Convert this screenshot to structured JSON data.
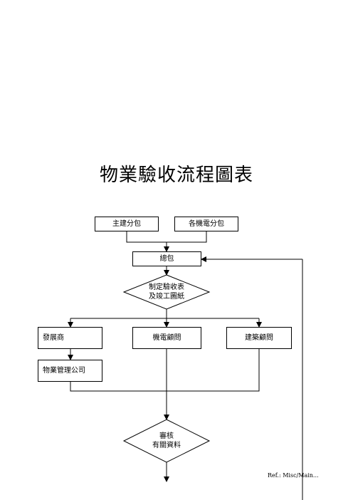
{
  "title": "物業驗收流程圖表",
  "nodes": {
    "main_contractor": "主建分包",
    "mep_subcontractor": "各機電分包",
    "general_contractor": "總包",
    "checklist": [
      "制定驗收表",
      "及竣工圖紙"
    ],
    "developer": "發展商",
    "mep_consultant": "機電顧問",
    "architect_consultant": "建築顧問",
    "property_management": "物業管理公司",
    "review": [
      "審核",
      "有關資料"
    ]
  },
  "footer_ref": "Ref.: Misc/Main..."
}
